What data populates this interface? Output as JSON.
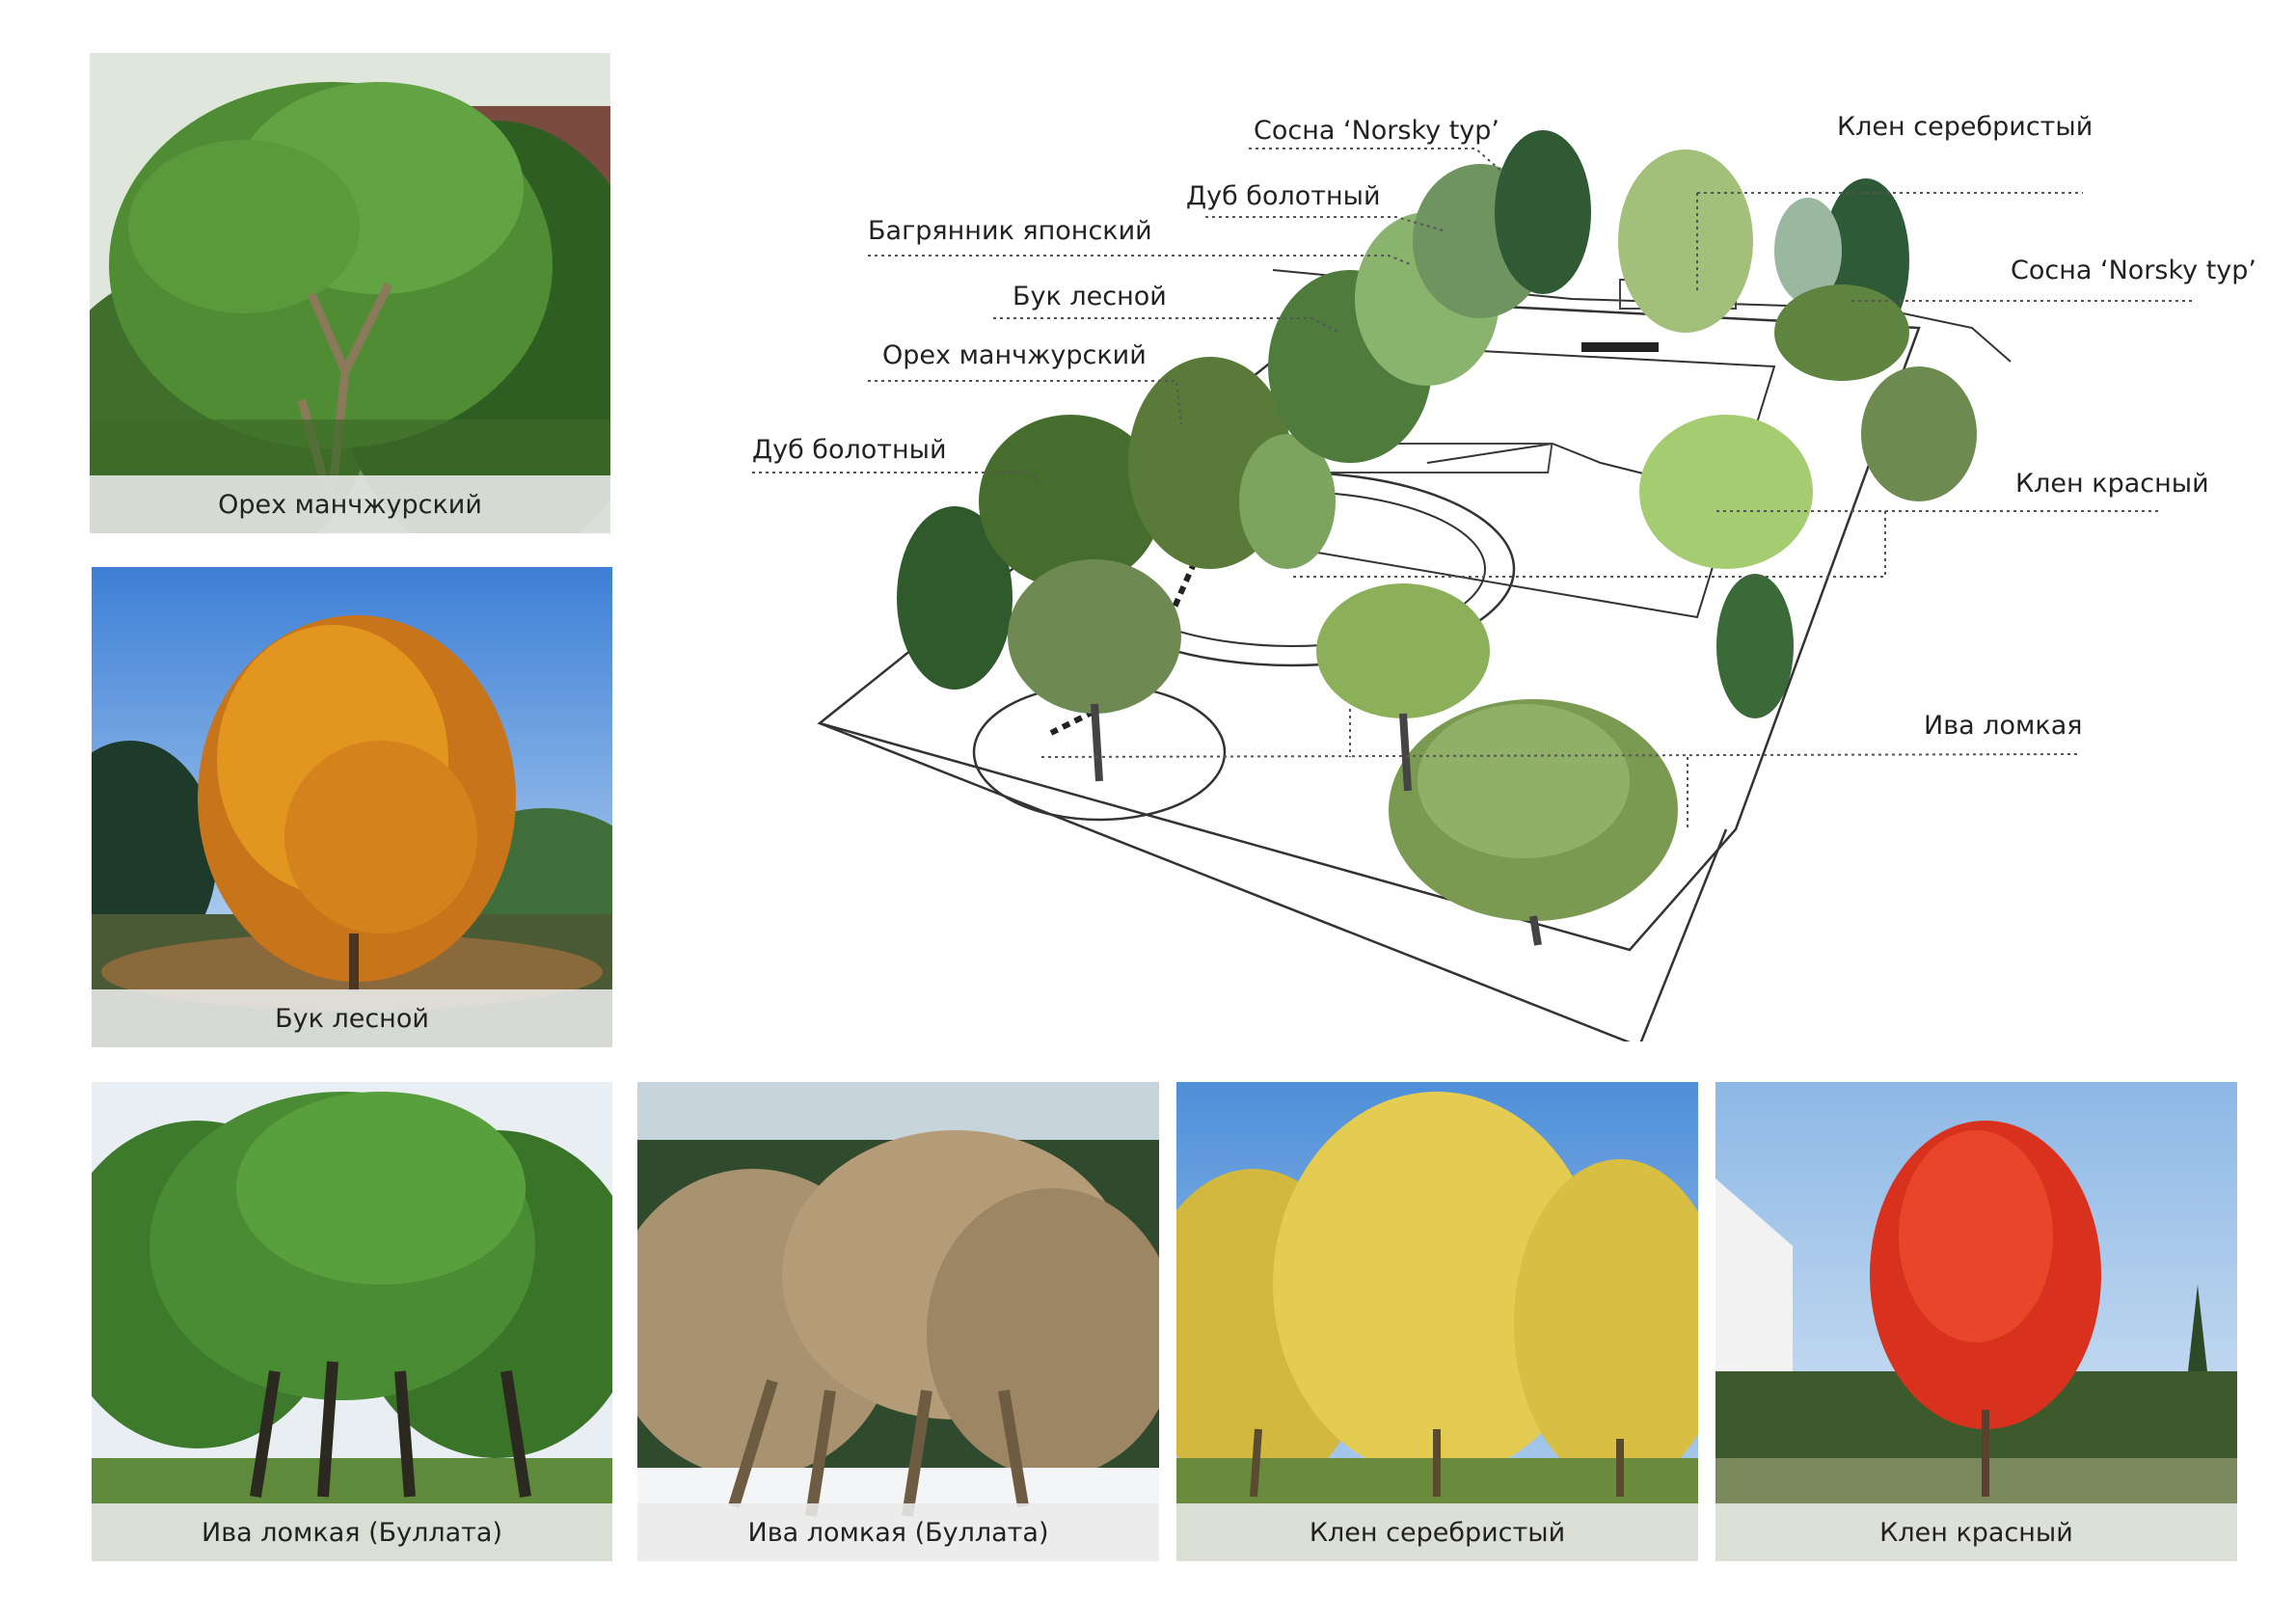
{
  "photos": [
    {
      "caption": "Орех манчжурский"
    },
    {
      "caption": "Бук лесной"
    },
    {
      "caption": "Ива ломкая (Буллата)"
    },
    {
      "caption": "Ива ломкая (Буллата)"
    },
    {
      "caption": "Клен серебристый"
    },
    {
      "caption": "Клен красный"
    }
  ],
  "plan_labels": {
    "pine_top": "Сосна ‘Norsky typ’",
    "maple_silver": "Клен серебристый",
    "oak_swamp_top": "Дуб болотный",
    "redbud": "Багрянник японский",
    "pine_right": "Сосна ‘Norsky typ’",
    "beech": "Бук лесной",
    "walnut": "Орех манчжурский",
    "oak_swamp_left": "Дуб болотный",
    "maple_red": "Клен красный",
    "willow": "Ива ломкая"
  }
}
